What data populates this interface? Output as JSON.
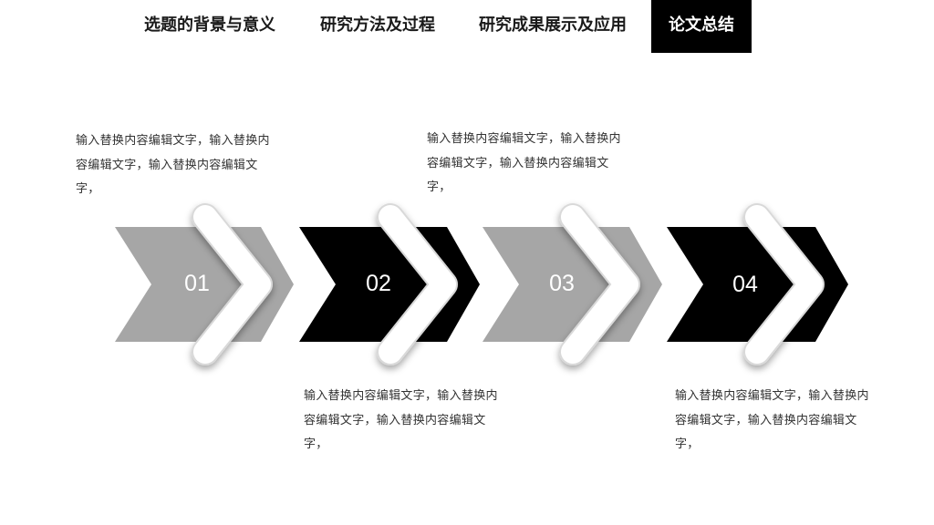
{
  "nav": {
    "tabs": [
      {
        "label": "选题的背景与意义",
        "active": false
      },
      {
        "label": "研究方法及过程",
        "active": false
      },
      {
        "label": "研究成果展示及应用",
        "active": false
      },
      {
        "label": "论文总结",
        "active": true
      }
    ]
  },
  "steps": [
    {
      "number": "01",
      "color": "#a6a6a6",
      "text": "输入替换内容编辑文字，输入替换内容编辑文字，输入替换内容编辑文字，",
      "text_position": "top"
    },
    {
      "number": "02",
      "color": "#000000",
      "text": "输入替换内容编辑文字，输入替换内容编辑文字，输入替换内容编辑文字，",
      "text_position": "bottom"
    },
    {
      "number": "03",
      "color": "#a6a6a6",
      "text": "输入替换内容编辑文字，输入替换内容编辑文字，输入替换内容编辑文字，",
      "text_position": "top"
    },
    {
      "number": "04",
      "color": "#000000",
      "text": "输入替换内容编辑文字，输入替换内容编辑文字，输入替换内容编辑文字，",
      "text_position": "bottom"
    }
  ]
}
